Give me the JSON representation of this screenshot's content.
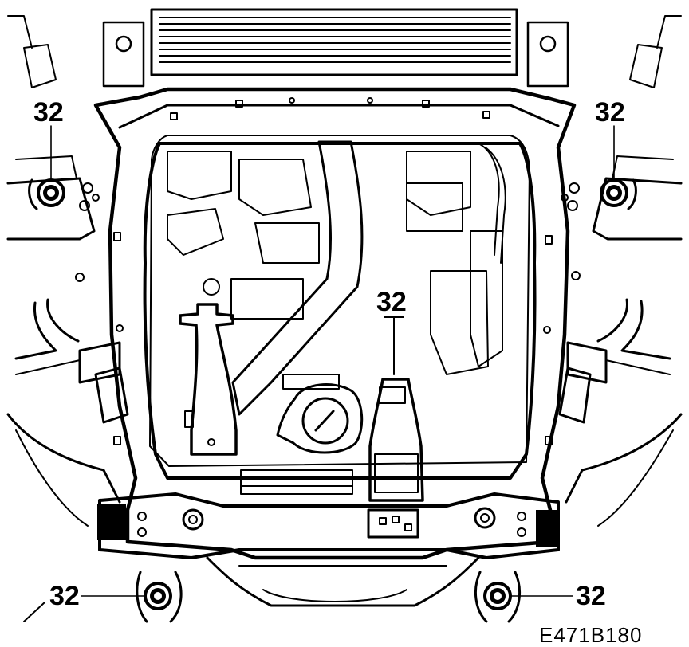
{
  "labels": {
    "top_left": "32",
    "top_right": "32",
    "center": "32",
    "bottom_left": "32",
    "bottom_right": "32"
  },
  "figure_ref": "E471B180"
}
